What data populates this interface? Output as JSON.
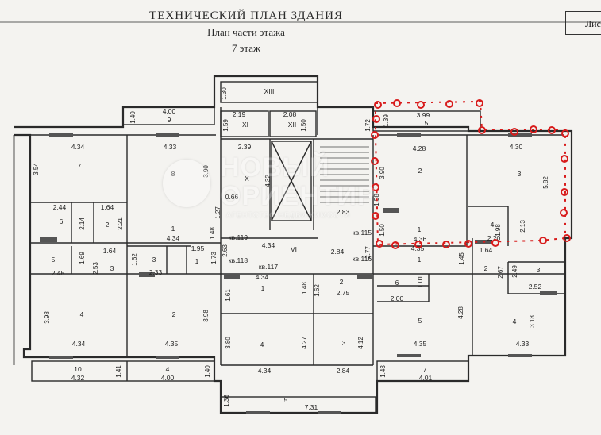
{
  "header": {
    "title": "ТЕХНИЧЕСКИЙ ПЛАН ЗДАНИЯ",
    "subtitle": "План части этажа",
    "floor": "7 этаж",
    "sheet_label": "Лис"
  },
  "watermark": {
    "line1": "НОВЫЙ",
    "line2": "ОРИЕНТИР",
    "tagline": "АГЕНТСТВО НЕДВИЖИМОСТИ"
  },
  "labels": {
    "room_XIII": "XIII",
    "dim_1_30": "1.30",
    "dim_4_00_top": "4.00",
    "room_9": "9",
    "dim_1_40_top": "1.40",
    "dim_2_19": "2.19",
    "dim_2_08": "2.08",
    "dim_1_59": "1.59",
    "dim_1_50_top": "1.50",
    "room_XI": "XI",
    "room_XII": "XII",
    "dim_1_72": "1.72",
    "dim_1_39": "1.39",
    "dim_3_99": "3.99",
    "room_5_top": "5",
    "dim_4_34_left": "4.34",
    "room_7_left": "7",
    "dim_3_54": "3.54",
    "dim_4_33_top": "4.33",
    "room_8": "8",
    "dim_3_90_left": "3.90",
    "dim_2_39": "2.39",
    "room_X": "X",
    "dim_4_32_stair": "4.32",
    "dim_4_28_r": "4.28",
    "room_2_r": "2",
    "dim_3_90_r": "3.90",
    "dim_4_30": "4.30",
    "room_3_r": "3",
    "dim_5_82": "5.82",
    "dim_2_44": "2.44",
    "dim_1_64_a": "1.64",
    "room_6_l": "6",
    "dim_2_14": "2.14",
    "room_2_l": "2",
    "dim_2_21": "2.21",
    "dim_0_66": "0.66",
    "dim_1_27": "1.27",
    "dim_2_83": "2.83",
    "room_1_l": "1",
    "dim_4_34_1": "4.34",
    "dim_1_48": "1.48",
    "dim_1_58": "1.58",
    "room_1_r": "1",
    "kv_115": "кв.115",
    "room_4_r": "4",
    "dim_1_98": "1.98",
    "dim_2_13": "2.13",
    "dim_1_50_r": "1.50",
    "dim_4_36": "4.36",
    "dim_2_20": "2.20",
    "kv_119": "кв.119",
    "dim_2_63": "2.63",
    "dim_4_34_cor": "4.34",
    "room_VI": "VI",
    "dim_2_84_cor": "2.84",
    "dim_2_77": "2.77",
    "dim_4_35_r1": "4.35",
    "kv_116": "кв.116",
    "room_1_r2": "1",
    "dim_1_45": "1.45",
    "dim_1_64_r": "1.64",
    "room_5_l": "5",
    "dim_1_69": "1.69",
    "dim_1_64_b": "1.64",
    "dim_2_53": "2.53",
    "room_3_l": "3",
    "dim_1_62": "1.62",
    "room_3_l2": "3",
    "dim_1_95": "1.95",
    "room_1_l2": "1",
    "dim_1_73": "1.73",
    "dim_2_45": "2.45",
    "dim_2_33": "2.33",
    "kv_118": "кв.118",
    "kv_117": "кв.117",
    "dim_4_34_117": "4.34",
    "room_1_117": "1",
    "dim_1_48_117": "1.48",
    "room_2_117": "2",
    "dim_1_62_117": "1.62",
    "dim_2_75": "2.75",
    "room_6_r": "6",
    "dim_1_01": "1.01",
    "dim_2_00": "2.00",
    "room_2_rr": "2",
    "dim_2_67": "2.67",
    "dim_2_49": "2.49",
    "room_3_rr": "3",
    "dim_2_52": "2.52",
    "dim_1_61": "1.61",
    "room_4_l": "4",
    "dim_3_98_l": "3.98",
    "dim_4_34_b": "4.34",
    "room_2_b": "2",
    "dim_3_98_b": "3.98",
    "dim_4_35_b": "4.35",
    "dim_3_80": "3.80",
    "room_4_c": "4",
    "dim_4_27": "4.27",
    "dim_4_34_c": "4.34",
    "room_3_c": "3",
    "dim_4_12": "4.12",
    "dim_2_84_c": "2.84",
    "room_5_b": "5",
    "dim_4_28_b": "4.28",
    "dim_4_35_br": "4.35",
    "room_4_br": "4",
    "dim_3_18": "3.18",
    "dim_4_33_br": "4.33",
    "room_10": "10",
    "dim_4_32_10": "4.32",
    "dim_1_41": "1.41",
    "room_4_bal": "4",
    "dim_4_00_bal": "4.00",
    "dim_1_40_bal": "1.40",
    "dim_1_36": "1.36",
    "room_5_bal": "5",
    "dim_7_31": "7.31",
    "dim_1_43": "1.43",
    "room_7_bal": "7",
    "dim_4_01": "4.01"
  },
  "highlight": {
    "color": "#d81c1c",
    "description_visible": false
  }
}
